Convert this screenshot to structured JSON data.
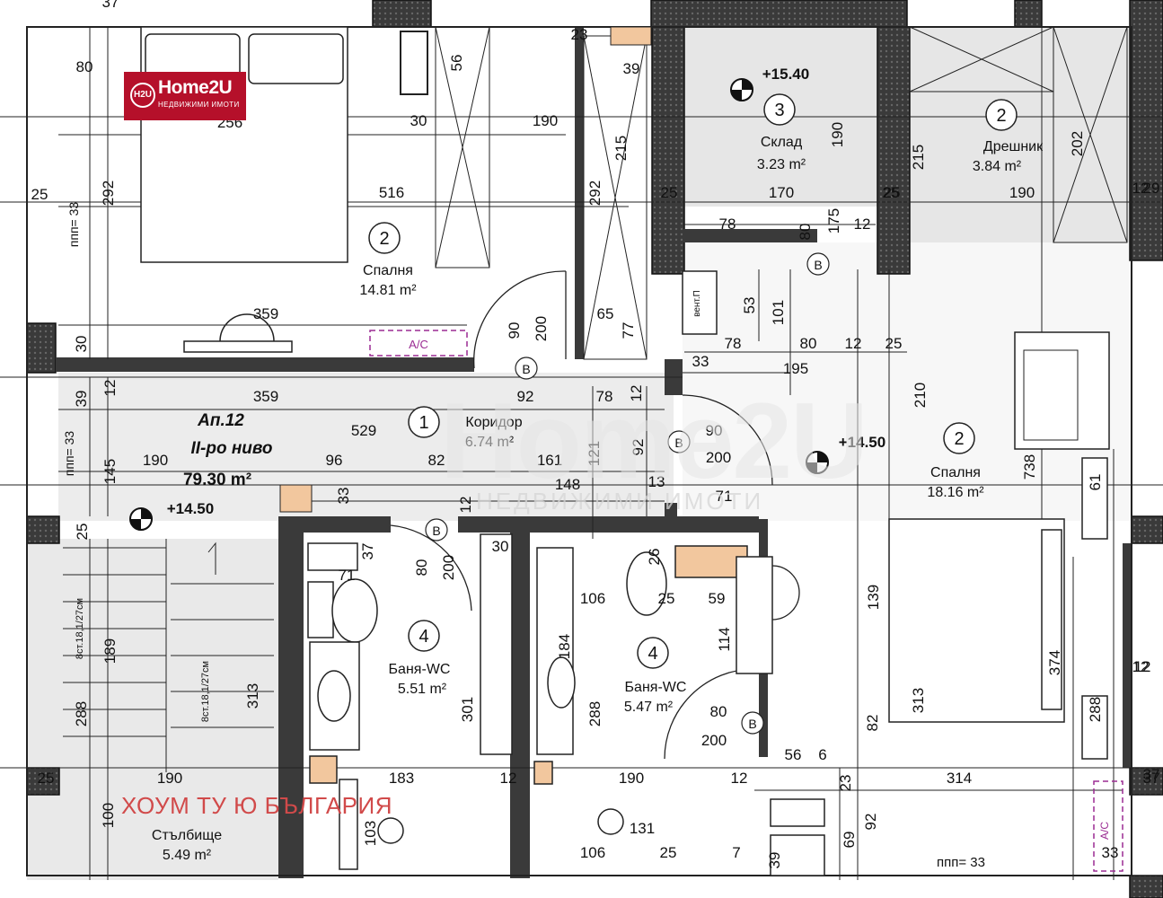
{
  "logo": {
    "mark": "H2U",
    "name": "Home2U",
    "tagline": "НЕДВИЖИМИ ИМОТИ"
  },
  "watermark": {
    "big": "Home2U",
    "small": "НЕДВИЖИМИ ИМОТИ"
  },
  "company_text": "ХОУМ ТУ Ю БЪЛГАРИЯ",
  "apartment": {
    "name": "Ап.12",
    "level": "II-ро ниво",
    "area": "79.30 m²"
  },
  "elevation_marks": [
    "+15.40",
    "+14.50",
    "+14.50"
  ],
  "rooms": [
    {
      "num": "2",
      "name": "Спалня",
      "area": "14.81 m²"
    },
    {
      "num": "3",
      "name": "Склад",
      "area": "3.23 m²"
    },
    {
      "num": "2",
      "name": "Дрешник",
      "area": "3.84 m²"
    },
    {
      "num": "1",
      "name": "Коридор",
      "area": "6.74 m²"
    },
    {
      "num": "2",
      "name": "Спалня",
      "area": "18.16 m²"
    },
    {
      "num": "4",
      "name": "Баня-WC",
      "area": "5.51 m²"
    },
    {
      "num": "4",
      "name": "Баня-WC",
      "area": "5.47 m²"
    },
    {
      "name": "Стълбище",
      "area": "5.49 m²"
    }
  ],
  "labels": {
    "ac": "A/C",
    "vent": "вент.П",
    "door": "B",
    "ppp": "ппп= 33",
    "stairs": "8ст.18,1/27см"
  },
  "dimensions": [
    "37",
    "80",
    "56",
    "23",
    "39",
    "256",
    "30",
    "190",
    "215",
    "292",
    "292",
    "516",
    "25",
    "25",
    "170",
    "190",
    "190",
    "202",
    "215",
    "78",
    "80",
    "175",
    "12",
    "359",
    "90",
    "200",
    "65",
    "77",
    "53",
    "101",
    "78",
    "80",
    "12",
    "25",
    "30",
    "359",
    "39",
    "12",
    "92",
    "78",
    "12",
    "210",
    "33",
    "195",
    "529",
    "96",
    "82",
    "161",
    "121",
    "92",
    "90",
    "200",
    "13",
    "145",
    "190",
    "148",
    "71",
    "12",
    "33",
    "25",
    "738",
    "61",
    "30",
    "80",
    "200",
    "71",
    "37",
    "106",
    "25",
    "59",
    "26",
    "114",
    "139",
    "374",
    "184",
    "189",
    "288",
    "313",
    "301",
    "288",
    "313",
    "82",
    "288",
    "80",
    "200",
    "12",
    "190",
    "25",
    "183",
    "12",
    "190",
    "12",
    "56",
    "6",
    "23",
    "314",
    "37",
    "100",
    "103",
    "131",
    "106",
    "25",
    "7",
    "39",
    "69",
    "92",
    "33",
    "29",
    "12",
    "25",
    "12",
    "25",
    "37"
  ],
  "colors": {
    "wall": "#3a3a3a",
    "line": "#222222",
    "ac": "#9b2c93",
    "logo_bg": "#b5102a",
    "company": "#d14a4a",
    "door_fill": "#f2c79e"
  }
}
